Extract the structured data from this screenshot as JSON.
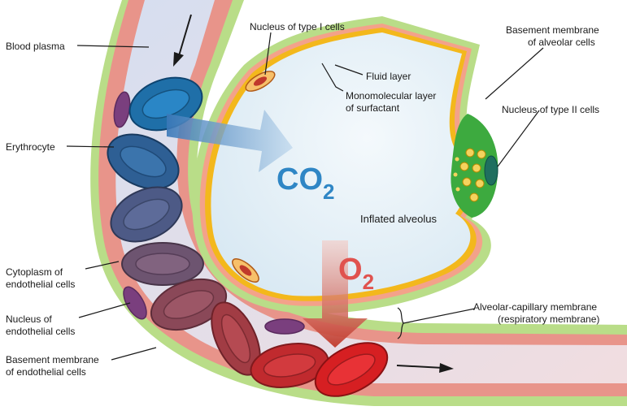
{
  "labels": {
    "blood_plasma": "Blood plasma",
    "erythrocyte": "Erythrocyte",
    "cytoplasm_line1": "Cytoplasm of",
    "cytoplasm_line2": "endothelial cells",
    "nucleus_endo_line1": "Nucleus of",
    "nucleus_endo_line2": "endothelial cells",
    "basement_endo_line1": "Basement membrane",
    "basement_endo_line2": "of endothelial cells",
    "nucleus_type1": "Nucleus of type I cells",
    "fluid_layer": "Fluid layer",
    "surfactant_line1": "Monomolecular layer",
    "surfactant_line2": "of surfactant",
    "basement_alv_line1": "Basement membrane",
    "basement_alv_line2": "of alveolar cells",
    "nucleus_type2": "Nucleus of type II cells",
    "inflated_alveolus": "Inflated alveolus",
    "resp_membrane_line1": "Alveolar-capillary membrane",
    "resp_membrane_line2": "(respiratory membrane)",
    "co2_base": "CO",
    "co2_sub": "2",
    "o2_base": "O",
    "o2_sub": "2"
  },
  "colors": {
    "co2": "#2f86c5",
    "o2": "#e0524e",
    "alveolus_fill": "#e8f2f8",
    "capillary_wall": "#e8948a",
    "basement_green": "#b9dd88",
    "surfactant_yellow": "#f3b81c",
    "type2_green": "#3daa3f"
  }
}
